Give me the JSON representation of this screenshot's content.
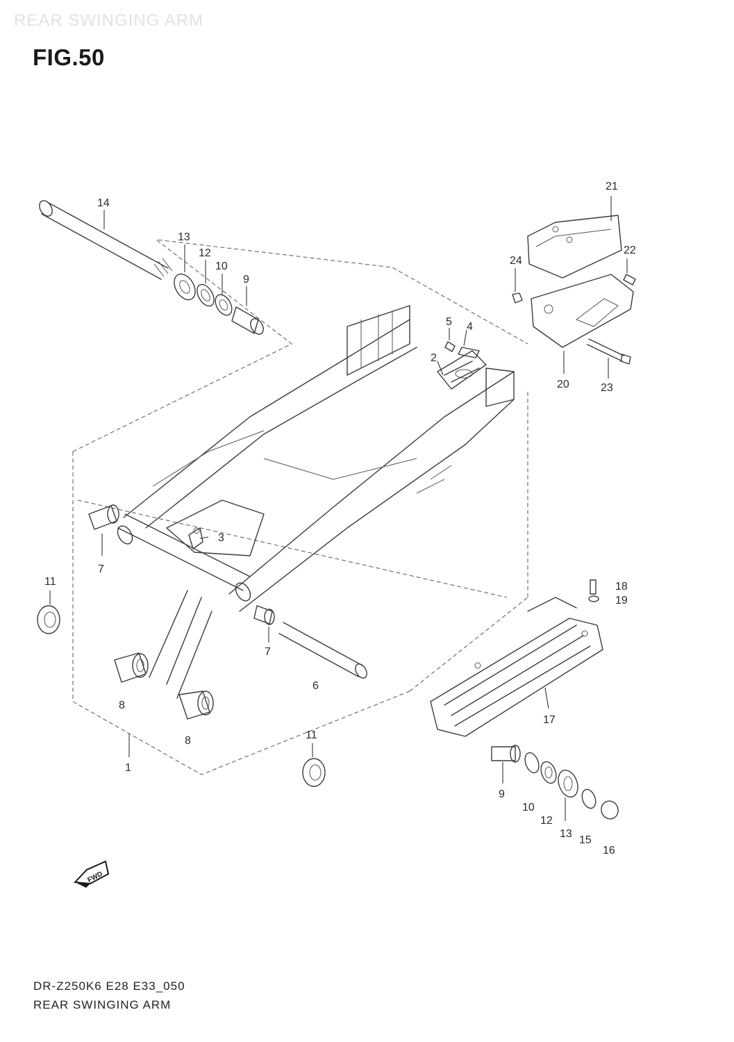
{
  "header": {
    "watermark": "REAR SWINGING ARM",
    "fig_title": "FIG.50"
  },
  "diagram": {
    "callouts": {
      "p1": "1",
      "p2": "2",
      "p3": "3",
      "p4": "4",
      "p5": "5",
      "p6": "6",
      "p7a": "7",
      "p7b": "7",
      "p8a": "8",
      "p8b": "8",
      "p9a": "9",
      "p9b": "9",
      "p10a": "10",
      "p10b": "10",
      "p11a": "11",
      "p11b": "11",
      "p12a": "12",
      "p12b": "12",
      "p13a": "13",
      "p13b": "13",
      "p14": "14",
      "p15": "15",
      "p16": "16",
      "p17": "17",
      "p18": "18",
      "p19": "19",
      "p20": "20",
      "p21": "21",
      "p22": "22",
      "p23": "23",
      "p24": "24"
    },
    "fwd_marker": "FWD"
  },
  "footer": {
    "code": "DR-Z250K6 E28 E33_050",
    "name": "REAR SWINGING ARM"
  }
}
